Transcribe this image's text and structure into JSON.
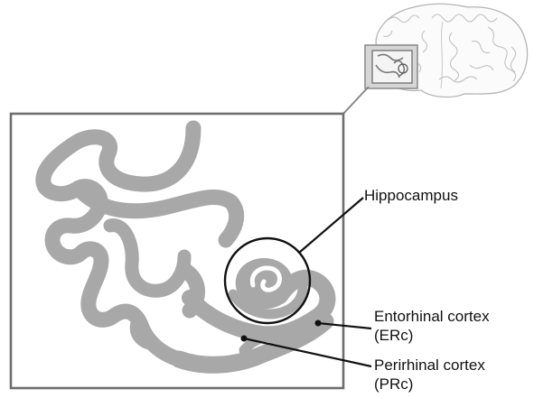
{
  "labels": {
    "hippocampus": "Hippocampus",
    "entorhinal": {
      "line1": "Entorhinal cortex",
      "line2": "(ERc)"
    },
    "perirhinal": {
      "line1": "Perirhinal cortex",
      "line2": "(PRc)"
    }
  },
  "colors": {
    "tissue": "#a8a8a8",
    "frame": "#6e6e6e",
    "lines": "#111111",
    "brain_outline": "#999999"
  }
}
